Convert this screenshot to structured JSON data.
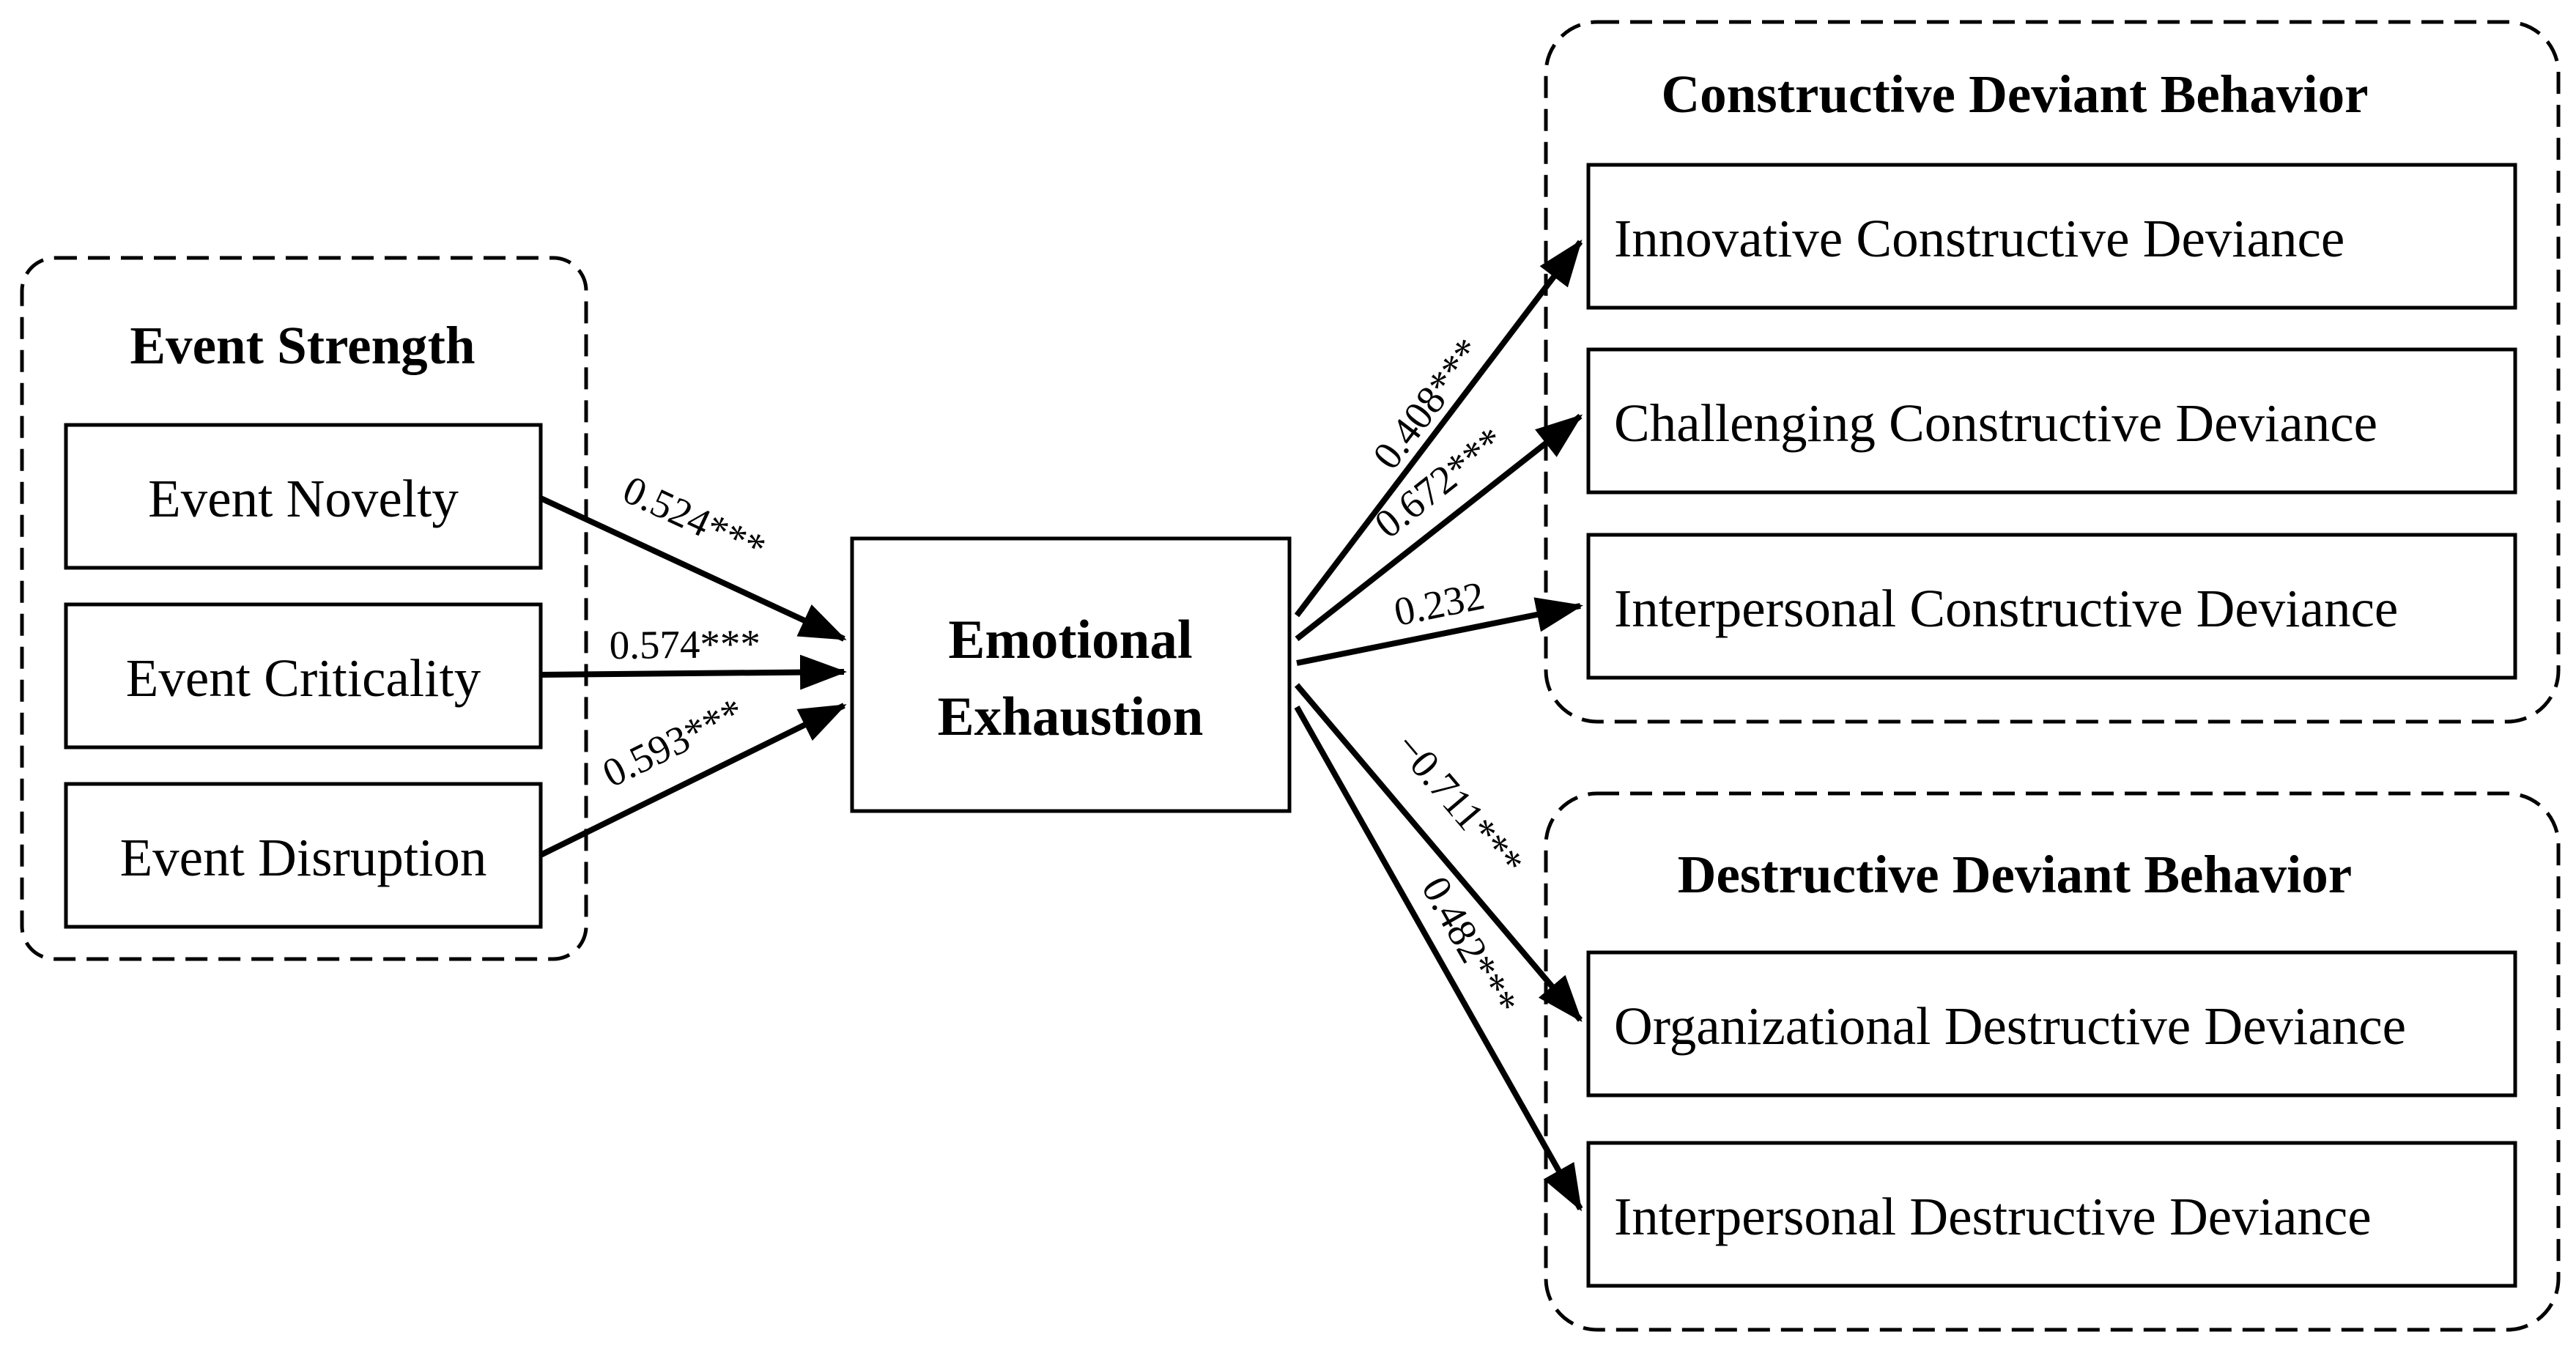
{
  "groups": {
    "event_strength": {
      "title": "Event Strength"
    },
    "constructive": {
      "title": "Constructive Deviant Behavior"
    },
    "destructive": {
      "title": "Destructive Deviant Behavior"
    }
  },
  "nodes": {
    "event_novelty": {
      "label": "Event Novelty"
    },
    "event_criticality": {
      "label": "Event Criticality"
    },
    "event_disruption": {
      "label": "Event Disruption"
    },
    "emotional_exhaustion": {
      "label_line1": "Emotional",
      "label_line2": "Exhaustion"
    },
    "innovative_cd": {
      "label": "Innovative Constructive Deviance"
    },
    "challenging_cd": {
      "label": "Challenging Constructive Deviance"
    },
    "interpersonal_cd": {
      "label": "Interpersonal Constructive Deviance"
    },
    "organizational_dd": {
      "label": "Organizational Destructive Deviance"
    },
    "interpersonal_dd": {
      "label": "Interpersonal Destructive Deviance"
    }
  },
  "edges": {
    "novelty_to_ee": {
      "from": "Event Novelty",
      "to": "Emotional Exhaustion",
      "coefficient": "0.524***"
    },
    "criticality_to_ee": {
      "from": "Event Criticality",
      "to": "Emotional Exhaustion",
      "coefficient": "0.574***"
    },
    "disruption_to_ee": {
      "from": "Event Disruption",
      "to": "Emotional Exhaustion",
      "coefficient": "0.593***"
    },
    "ee_to_innovative": {
      "from": "Emotional Exhaustion",
      "to": "Innovative Constructive Deviance",
      "coefficient": "0.408***"
    },
    "ee_to_challenging": {
      "from": "Emotional Exhaustion",
      "to": "Challenging Constructive Deviance",
      "coefficient": "0.672***"
    },
    "ee_to_interpersonal_cd": {
      "from": "Emotional Exhaustion",
      "to": "Interpersonal Constructive Deviance",
      "coefficient": "0.232"
    },
    "ee_to_organizational_dd": {
      "from": "Emotional Exhaustion",
      "to": "Organizational Destructive Deviance",
      "coefficient": "−0.711***"
    },
    "ee_to_interpersonal_dd": {
      "from": "Emotional Exhaustion",
      "to": "Interpersonal Destructive Deviance",
      "coefficient": "0.482***"
    }
  }
}
